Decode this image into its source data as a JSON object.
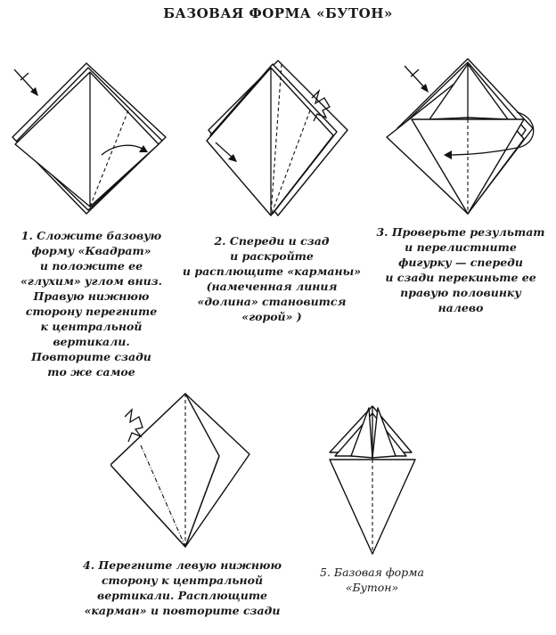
{
  "title": "БАЗОВАЯ ФОРМА «БУТОН»",
  "steps": [
    {
      "lines": [
        "1. Сложите базовую",
        "форму «Квадрат»",
        "и положите ее",
        "«глухим» углом вниз.",
        "Правую нижнюю",
        "сторону перегните",
        "к центральной",
        "вертикали.",
        "Повторите сзади",
        "то же самое"
      ]
    },
    {
      "lines": [
        "2. Спереди и сзад",
        "и раскройте",
        "и расплющите «карманы»",
        "(намеченная линия",
        "«долина» становится",
        "«горой» )"
      ]
    },
    {
      "lines": [
        "3. Проверьте результат",
        "и перелистните",
        "фигурку — спереди",
        "и сзади перекиньте ее",
        "правую половинку",
        "налево"
      ]
    },
    {
      "lines": [
        "4. Перегните левую нижнюю",
        "сторону к центральной",
        "вертикали. Расплющите",
        "«карман» и повторите сзади"
      ]
    },
    {
      "lines": [
        "5. Базовая форма",
        "«Бутон»"
      ]
    }
  ]
}
